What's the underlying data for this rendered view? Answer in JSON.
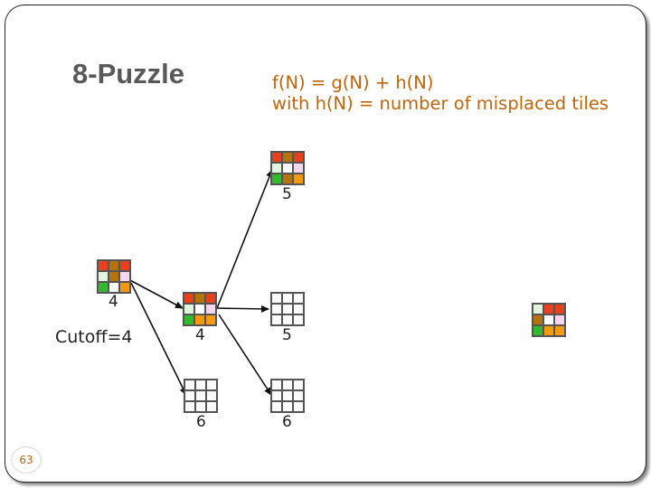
{
  "slide": {
    "title": "8-Puzzle",
    "formula_line1": "f(N) = g(N) + h(N)",
    "formula_line2": "with h(N) = number of misplaced tiles",
    "cutoff_label": "Cutoff=4",
    "page_number": "63"
  },
  "colors": {
    "text_accent": "#c0650a",
    "red": "#e8401c",
    "brown": "#b5730e",
    "orange": "#f59a0a",
    "mint": "#dff5dc",
    "pink": "#f9d6ef",
    "green": "#35b82e",
    "empty": "#ffffff"
  },
  "nodes": [
    {
      "id": "top",
      "f": "5",
      "tiles": [
        "red",
        "brown",
        "red",
        "mint",
        "empty",
        "pink",
        "green",
        "brown",
        "orange"
      ]
    },
    {
      "id": "root",
      "f": "4",
      "tiles": [
        "red",
        "brown",
        "red",
        "mint",
        "brown",
        "pink",
        "green",
        "empty",
        "orange"
      ]
    },
    {
      "id": "mid",
      "f": "4",
      "tiles": [
        "red",
        "brown",
        "red",
        "mint",
        "empty",
        "pink",
        "green",
        "orange",
        "orange"
      ]
    },
    {
      "id": "right",
      "f": "5",
      "tiles": [
        "empty",
        "empty",
        "empty",
        "empty",
        "empty",
        "empty",
        "empty",
        "empty",
        "empty"
      ]
    },
    {
      "id": "bottom-left",
      "f": "6",
      "tiles": [
        "empty",
        "empty",
        "empty",
        "empty",
        "empty",
        "empty",
        "empty",
        "empty",
        "empty"
      ]
    },
    {
      "id": "bottom-right",
      "f": "6",
      "tiles": [
        "empty",
        "empty",
        "empty",
        "empty",
        "empty",
        "empty",
        "empty",
        "empty",
        "empty"
      ]
    },
    {
      "id": "goal",
      "f": "",
      "tiles": [
        "mint",
        "red",
        "red",
        "brown",
        "empty",
        "pink",
        "green",
        "orange",
        "orange"
      ]
    }
  ]
}
